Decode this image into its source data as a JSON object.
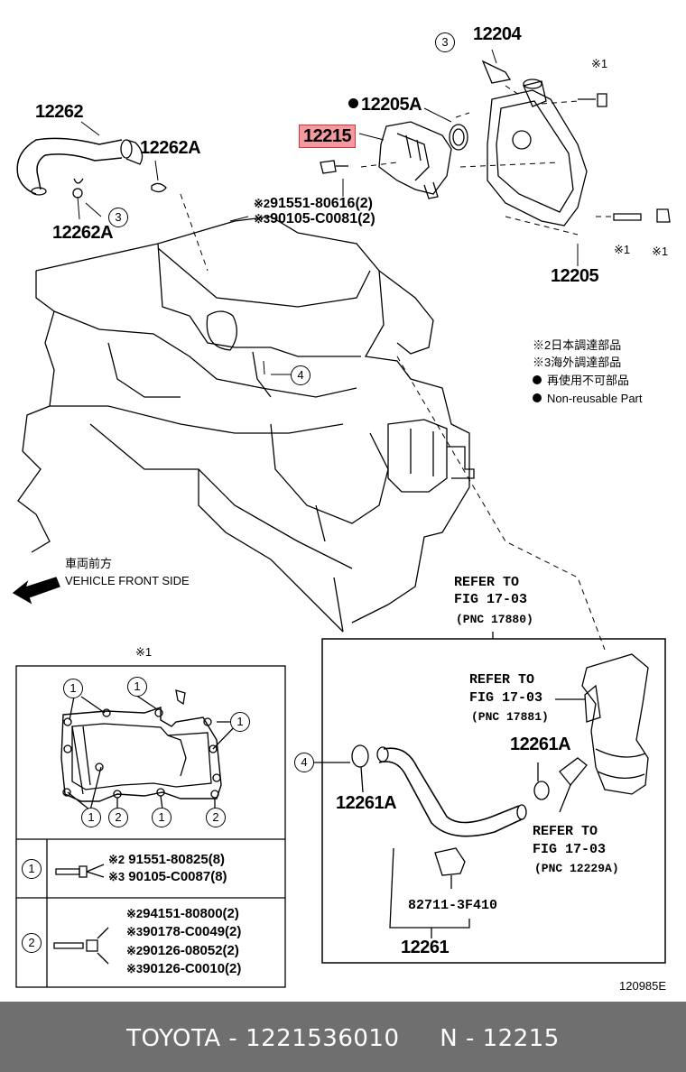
{
  "labels": {
    "p12204": "12204",
    "p12205A": "12205A",
    "p12215": "12215",
    "p12205": "12205",
    "p12262": "12262",
    "p12262A_top": "12262A",
    "p12262A_bot": "12262A",
    "bolt1_code": "※2",
    "bolt1_pn": "91551-80616(2)",
    "bolt2_code": "※3",
    "bolt2_pn": "90105-C0081(2)",
    "note_x1_top": "※1",
    "note_x1_a": "※1",
    "note_x1_b": "※1",
    "callout3_a": "3",
    "callout3_b": "3",
    "callout4_a": "4",
    "callout4_b": "4"
  },
  "legend": {
    "l1": "※2日本調達部品",
    "l2": "※3海外調達部品",
    "l3": "再使用不可部品",
    "l4": "Non-reusable Part"
  },
  "vehicle_front": {
    "jp": "車両前方",
    "en": "VEHICLE FRONT SIDE"
  },
  "refer": {
    "r1_title": "REFER TO",
    "r1_fig": "FIG 17-03",
    "r1_pnc": "(PNC 17880)",
    "r2_title": "REFER TO",
    "r2_fig": "FIG 17-03",
    "r2_pnc": "(PNC 17881)",
    "r3_title": "REFER TO",
    "r3_fig": "FIG 17-03",
    "r3_pnc": "(PNC 12229A)"
  },
  "lower_box": {
    "p12261A_right": "12261A",
    "p12261A_left": "12261A",
    "p82711": "82711-3F410",
    "p12261": "12261"
  },
  "inset": {
    "title": "※1",
    "row1_num": "1",
    "row1_a_code": "※2",
    "row1_a_pn": "91551-80825(8)",
    "row1_b_code": "※3",
    "row1_b_pn": "90105-C0087(8)",
    "row2_num": "2",
    "row2_a_code": "※2",
    "row2_a_pn": "94151-80800(2)",
    "row2_b_code": "※3",
    "row2_b_pn": "90178-C0049(2)",
    "row2_c_code": "※2",
    "row2_c_pn": "90126-08052(2)",
    "row2_d_code": "※3",
    "row2_d_pn": "90126-C0010(2)"
  },
  "diagram_id": "120985E",
  "footer": {
    "brand_part": "TOYOTA - 1221536010",
    "pnc": "N - 12215"
  },
  "colors": {
    "highlight_fill": "#f29aa0",
    "highlight_border": "#d9343d",
    "footer_bg": "#6f6f6f"
  }
}
